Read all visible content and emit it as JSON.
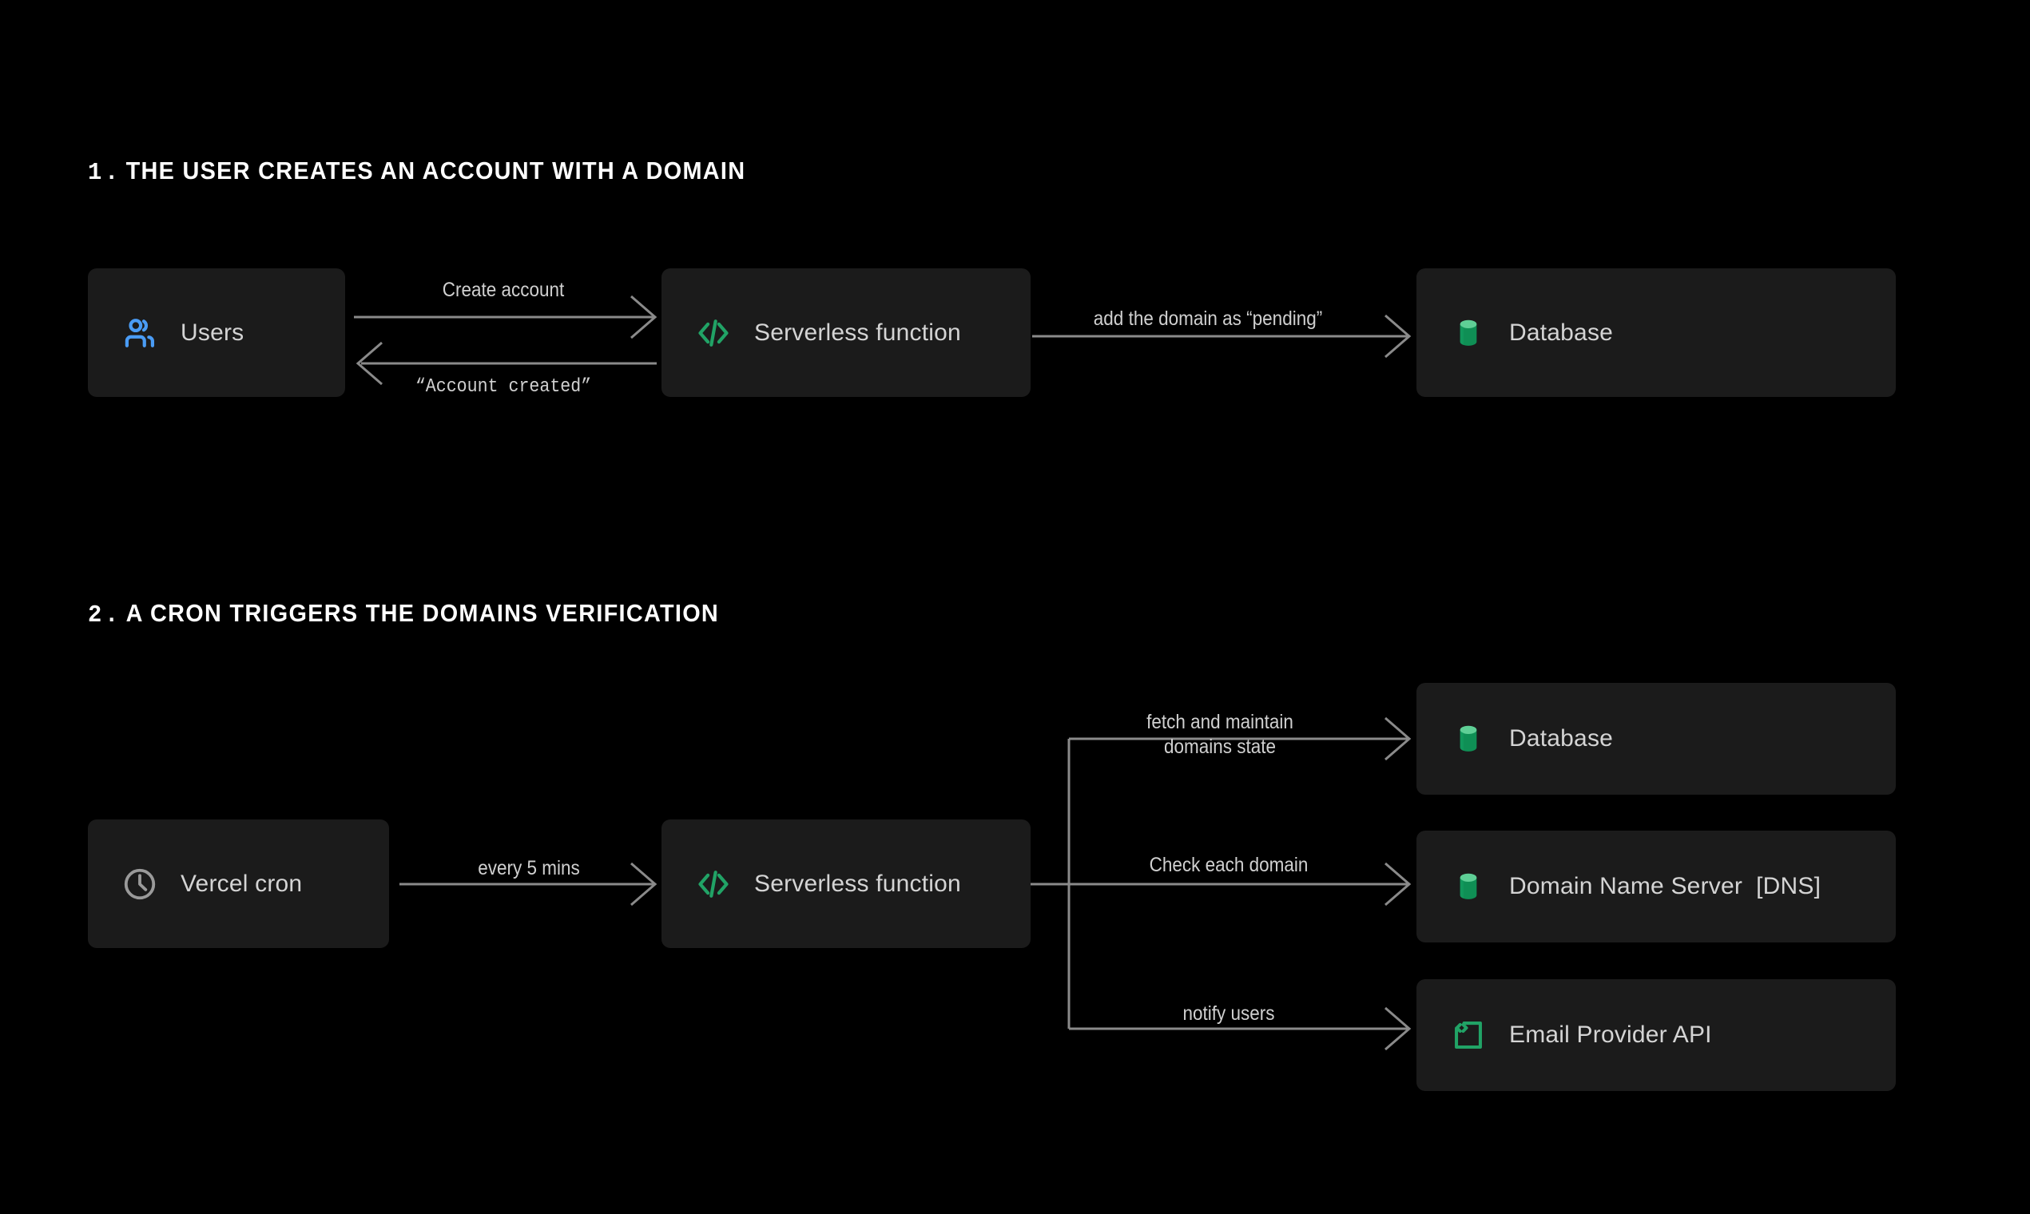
{
  "page": {
    "background": "#000000",
    "accent_green": "#21a366",
    "accent_blue": "#4a9cf5",
    "edge_color": "#8a8a8a",
    "box_color": "#1b1b1b",
    "text_color": "#d4d4d4"
  },
  "sections": [
    {
      "number": "1.",
      "title": "THE USER CREATES AN ACCOUNT WITH A DOMAIN",
      "nodes": [
        {
          "id": "users",
          "label": "Users",
          "icon": "users-icon"
        },
        {
          "id": "serverless",
          "label": "Serverless function",
          "icon": "code-brackets-icon"
        },
        {
          "id": "database",
          "label": "Database",
          "icon": "database-cylinder-icon"
        }
      ],
      "edges": [
        {
          "id": "create-account",
          "label": "Create account",
          "style": "sans",
          "from": "users",
          "to": "serverless"
        },
        {
          "id": "account-created",
          "label": "“Account created”",
          "style": "mono",
          "from": "serverless",
          "to": "users"
        },
        {
          "id": "add-domain",
          "label": "add the domain as “pending”",
          "style": "sans",
          "from": "serverless",
          "to": "database"
        }
      ]
    },
    {
      "number": "2.",
      "title": "A CRON TRIGGERS THE DOMAINS VERIFICATION",
      "nodes": [
        {
          "id": "vercel-cron",
          "label": "Vercel cron",
          "icon": "clock-icon"
        },
        {
          "id": "serverless-2",
          "label": "Serverless function",
          "icon": "code-brackets-icon"
        },
        {
          "id": "database-2",
          "label": "Database",
          "icon": "database-cylinder-icon"
        },
        {
          "id": "dns",
          "label": "Domain Name Server  [DNS]",
          "icon": "database-cylinder-icon"
        },
        {
          "id": "email-api",
          "label": "Email Provider API",
          "icon": "api-code-square-icon"
        }
      ],
      "edges": [
        {
          "id": "every-5-mins",
          "label": "every 5 mins",
          "style": "sans",
          "from": "vercel-cron",
          "to": "serverless-2"
        },
        {
          "id": "fetch-state",
          "label": "fetch and maintain\ndomains state",
          "style": "sans",
          "from": "serverless-2",
          "to": "database-2"
        },
        {
          "id": "check-domain",
          "label": "Check each domain",
          "style": "sans",
          "from": "serverless-2",
          "to": "dns"
        },
        {
          "id": "notify-users",
          "label": "notify users",
          "style": "sans",
          "from": "serverless-2",
          "to": "email-api"
        }
      ]
    }
  ]
}
